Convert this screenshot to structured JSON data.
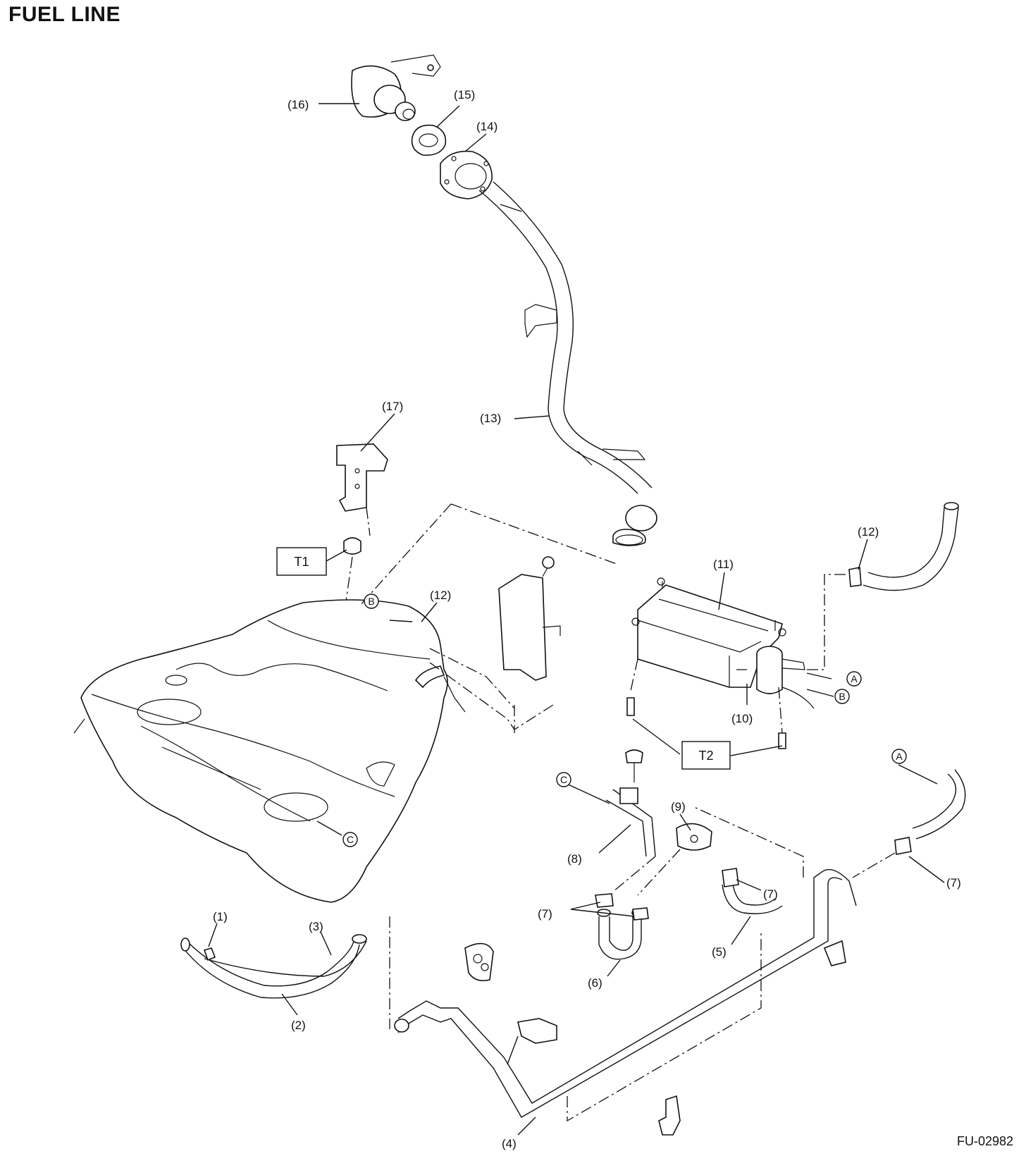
{
  "title": "FUEL LINE",
  "figure_code": "FU-02982",
  "labels": {
    "p1": "(1)",
    "p2": "(2)",
    "p3": "(3)",
    "p4": "(4)",
    "p5": "(5)",
    "p6": "(6)",
    "p7a": "(7)",
    "p7b": "(7)",
    "p7c": "(7)",
    "p8": "(8)",
    "p9": "(9)",
    "p10": "(10)",
    "p11": "(11)",
    "p12a": "(12)",
    "p12b": "(12)",
    "p13": "(13)",
    "p14": "(14)",
    "p15": "(15)",
    "p16": "(16)",
    "p17": "(17)"
  },
  "torque_boxes": {
    "t1": "T1",
    "t2": "T2"
  },
  "connection_markers": {
    "a1": "A",
    "a2": "A",
    "b1": "B",
    "b2": "B",
    "c1": "C",
    "c2": "C"
  }
}
